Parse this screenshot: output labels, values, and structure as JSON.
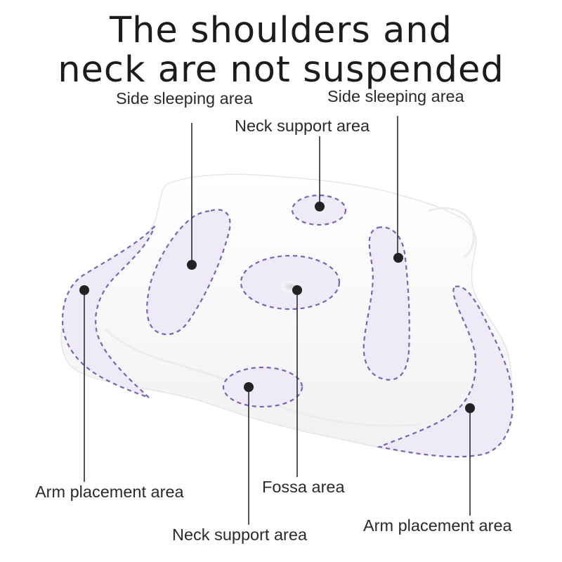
{
  "headline": {
    "line1": "The shoulders and",
    "line2": "neck are not suspended"
  },
  "labels": {
    "side_sleeping_left": "Side sleeping area",
    "side_sleeping_right": "Side sleeping area",
    "neck_support_top": "Neck support area",
    "arm_placement_left": "Arm placement area",
    "fossa": "Fossa area",
    "neck_support_bottom": "Neck support area",
    "arm_placement_right": "Arm placement area"
  },
  "colors": {
    "zone_outline": "#7a62b8",
    "zone_fill": "#eeeaf8",
    "pillow": "#fbfbfb",
    "pillow_shadow": "#e9e9ec",
    "leader": "#2b2b2b",
    "marker": "#222222"
  }
}
